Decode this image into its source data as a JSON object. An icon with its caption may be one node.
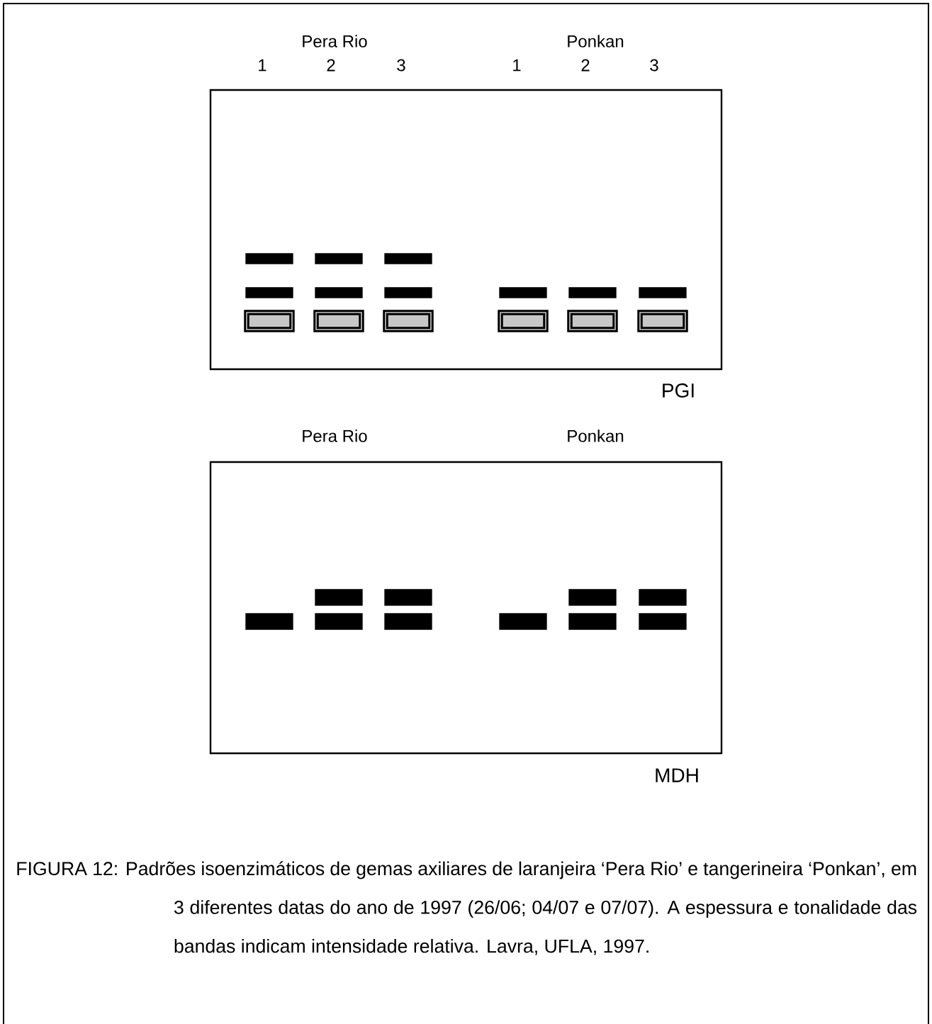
{
  "diagram": {
    "caption": "FIGURA 12: Padrões isoenzimáticos de gemas axiliares de laranjeira ‘Pera Rio’ e tangerineira ‘Ponkan’, em 3 diferentes datas do ano de 1997 (26/06; 04/07 e 07/07). A espessura e tonalidade das bandas indicam intensidade relativa. Lavra, UFLA, 1997.",
    "nodes": [
      {
        "text": [],
        "shape": "box",
        "beside": [
          "PGI"
        ]
      },
      {
        "text": [],
        "shape": "bar",
        "in": 0
      },
      {
        "text": [],
        "shape": "bar",
        "in": 0
      },
      {
        "text": [],
        "shape": "bar",
        "in": 0
      },
      {
        "text": [],
        "shape": "bar",
        "in": 0
      },
      {
        "text": [],
        "shape": "bar",
        "in": 0
      },
      {
        "text": [],
        "shape": "bar",
        "in": 0
      },
      {
        "text": [],
        "shape": "bar",
        "in": 0
      },
      {
        "text": [],
        "shape": "bar",
        "in": 0
      },
      {
        "text": [],
        "shape": "bar",
        "in": 0
      },
      {
        "text": [],
        "shape": "box",
        "in": 0
      },
      {
        "text": [],
        "shape": "box",
        "in": 0
      },
      {
        "text": [],
        "shape": "box",
        "in": 0
      },
      {
        "text": [],
        "shape": "box",
        "in": 0
      },
      {
        "text": [],
        "shape": "box",
        "in": 0
      },
      {
        "text": [],
        "shape": "box",
        "in": 0
      },
      {
        "text": [],
        "shape": "box",
        "beside": [
          "MDH"
        ]
      },
      {
        "text": [],
        "shape": "bar",
        "in": 16
      },
      {
        "text": [],
        "shape": "bar",
        "in": 16
      },
      {
        "text": [],
        "shape": "bar",
        "in": 16
      },
      {
        "text": [],
        "shape": "bar",
        "in": 16
      },
      {
        "text": [],
        "shape": "bar",
        "in": 16
      },
      {
        "text": [],
        "shape": "bar",
        "in": 16
      },
      {
        "text": [],
        "shape": "bar",
        "in": 16
      },
      {
        "text": [],
        "shape": "bar",
        "in": 16
      },
      {
        "text": [],
        "shape": "bar",
        "in": 16
      },
      {
        "text": [],
        "shape": "bar",
        "in": 16
      }
    ],
    "labels": [
      "Pera Rio",
      "Ponkan",
      "1",
      "2",
      "3",
      "1",
      "2",
      "3",
      "Pera Rio",
      "Ponkan"
    ]
  }
}
